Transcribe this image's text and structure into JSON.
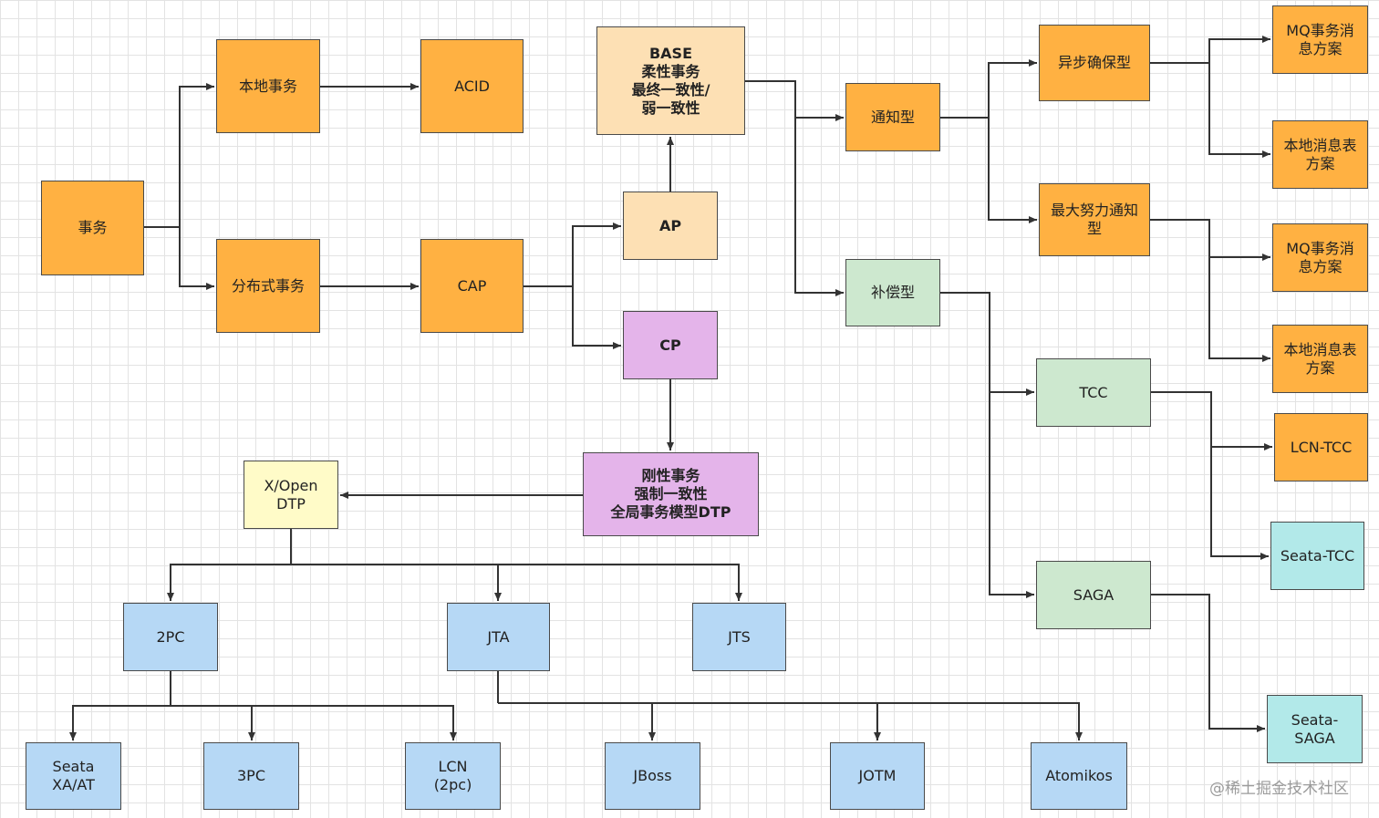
{
  "diagram": {
    "nodes": {
      "transaction": "事务",
      "local_tx": "本地事务",
      "acid": "ACID",
      "distributed_tx": "分布式事务",
      "cap": "CAP",
      "base": "BASE\n柔性事务\n最终一致性/\n弱一致性",
      "ap": "AP",
      "cp": "CP",
      "rigid": "刚性事务\n强制一致性\n全局事务模型DTP",
      "xopen": "X/Open\nDTP",
      "notify": "通知型",
      "compensate": "补偿型",
      "async_ensure": "异步确保型",
      "best_effort": "最大努力通知\n型",
      "mq1": "MQ事务消\n息方案",
      "local_msg1": "本地消息表\n方案",
      "mq2": "MQ事务消\n息方案",
      "local_msg2": "本地消息表\n方案",
      "tcc": "TCC",
      "saga": "SAGA",
      "lcn_tcc": "LCN-TCC",
      "seata_tcc": "Seata-TCC",
      "seata_saga": "Seata-\nSAGA",
      "pc2": "2PC",
      "jta": "JTA",
      "jts": "JTS",
      "seata_xa": "Seata\nXA/AT",
      "pc3": "3PC",
      "lcn_2pc": "LCN\n(2pc)",
      "jboss": "JBoss",
      "jotm": "JOTM",
      "atomikos": "Atomikos"
    },
    "colors": {
      "orange": "#ffb142",
      "peach": "#fde0b4",
      "purple": "#e4b4ea",
      "green": "#cde8cf",
      "yellow": "#fffbc8",
      "blue": "#b6d8f5",
      "cyan": "#b2e9e9"
    }
  },
  "watermark": "@稀土掘金技术社区"
}
